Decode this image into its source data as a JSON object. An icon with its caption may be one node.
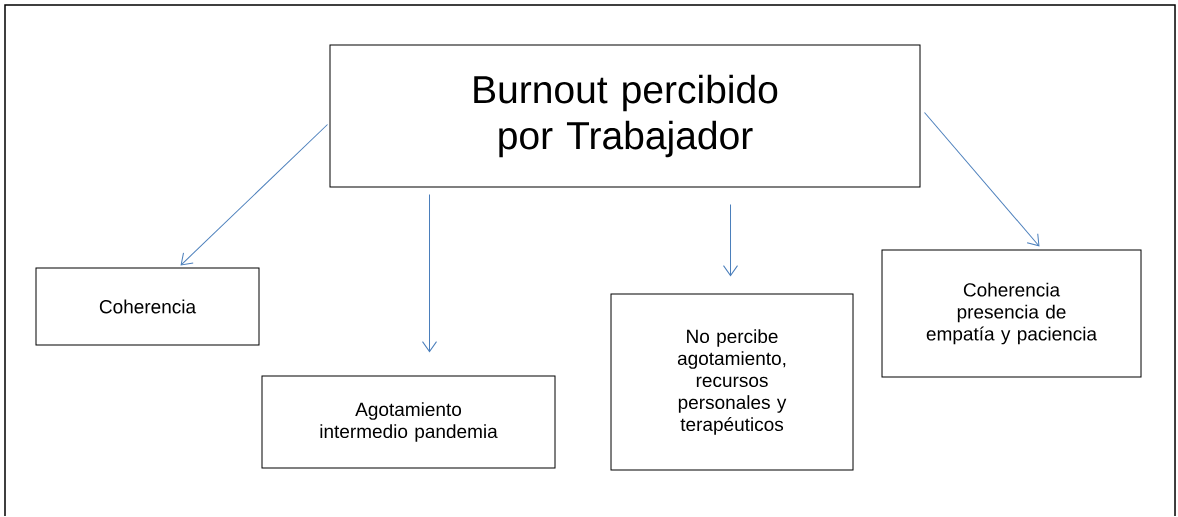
{
  "diagram": {
    "nodes": [
      {
        "text": [
          "Burnout percibido por Trabajador"
        ]
      },
      {
        "text": [
          "Coherencia"
        ]
      },
      {
        "text": [
          "Agotamiento intermedio pandemia"
        ]
      },
      {
        "text": [
          "No percibe agotamiento, recursos personales y terapéuticos"
        ]
      },
      {
        "text": [
          "Coherencia presencia de empatía y paciencia"
        ]
      }
    ],
    "edges": [
      {
        "from": 0,
        "to": 1,
        "arrow": "to"
      },
      {
        "from": 0,
        "to": 2,
        "arrow": "to"
      },
      {
        "from": 0,
        "to": 3,
        "arrow": "to"
      },
      {
        "from": 0,
        "to": 4,
        "arrow": "to"
      }
    ]
  }
}
